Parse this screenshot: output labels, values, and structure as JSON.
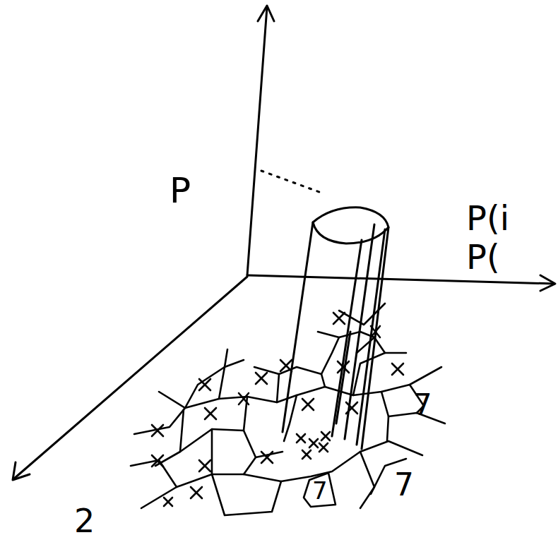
{
  "diagram": {
    "labels": [
      "P",
      "P(i",
      "P(",
      "2",
      "7",
      "7",
      "7"
    ]
  }
}
